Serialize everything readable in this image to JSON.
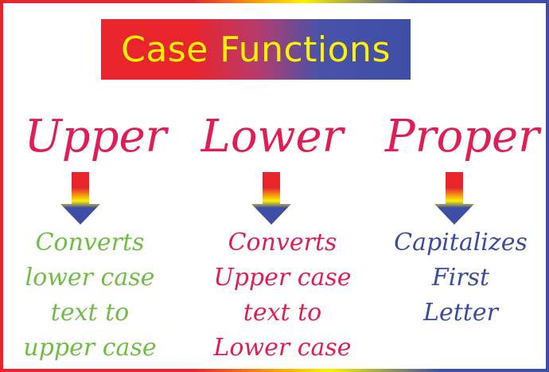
{
  "title": "Case Functions",
  "columns": [
    {
      "heading": "Upper",
      "description": [
        "Converts",
        "lower case",
        "text to",
        "upper case"
      ]
    },
    {
      "heading": "Lower",
      "description": [
        "Converts",
        "Upper case",
        "text to",
        "Lower case"
      ]
    },
    {
      "heading": "Proper",
      "description": [
        "Capitalizes",
        "First",
        "Letter"
      ]
    }
  ],
  "colors": {
    "title_text": "#fff200",
    "heading": "#e11d55",
    "upper_desc": "#6fbe44",
    "lower_desc": "#e11d55",
    "proper_desc": "#3b4ba0",
    "red": "#e8242d",
    "yellow": "#fff200",
    "blue": "#3e4ea6"
  }
}
